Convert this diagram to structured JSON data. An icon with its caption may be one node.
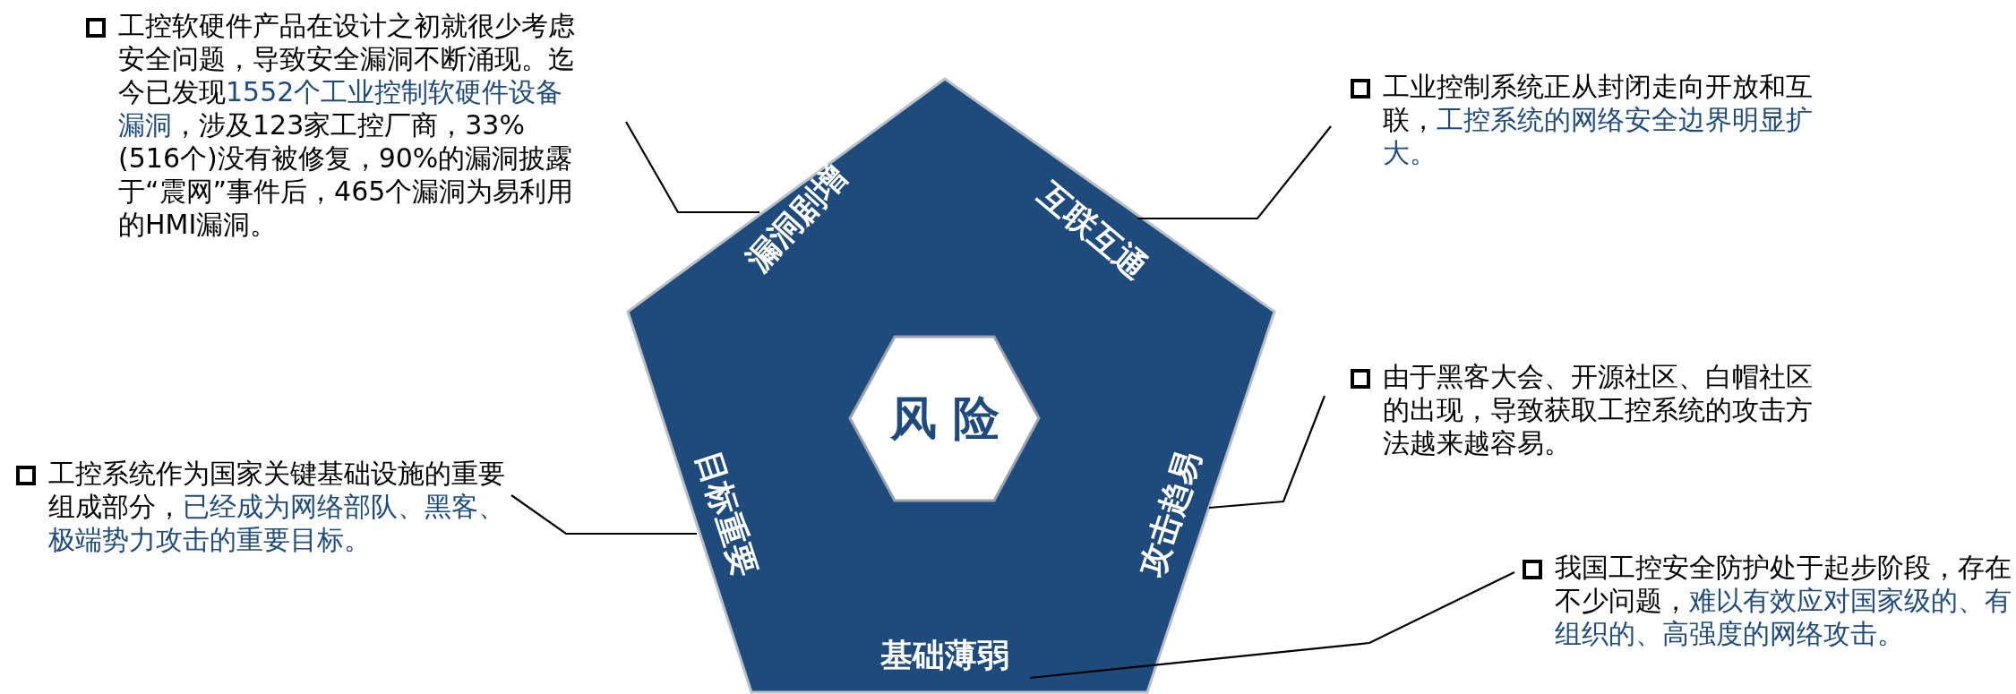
{
  "diagram": {
    "nodes": [
      {
        "text": [],
        "shape": "pentagon"
      },
      {
        "text": [
          "漏洞剧增"
        ],
        "in": 0
      },
      {
        "text": [
          "互联互通"
        ],
        "in": 0
      },
      {
        "text": [
          "风险"
        ],
        "in": 0
      },
      {
        "text": [
          "目标重要"
        ],
        "in": 0
      },
      {
        "text": [
          "攻击趋易"
        ],
        "in": 0
      },
      {
        "text": [
          "基础薄弱"
        ],
        "in": 0
      },
      {
        "text": [
          "工控软硬件产品在设计之初就很少考虑安全问题，导致安全漏洞不断涌现。迄今已发现**1552个工业控制软硬件设备漏洞**，涉及123家工控厂商，33%(516个)没有被修复，90%的漏洞披露于“震网”事件后，465个漏洞为易利用的HMI漏洞。"
        ]
      },
      {
        "text": [
          "工业控制系统正从封闭走向开放和互联，**工控系统的网络安全边界明显扩大。**"
        ]
      },
      {
        "text": [
          "由于黑客大会、开源社区、白帽社区的出现，导致获取工控系统的攻击方法越来越容易。"
        ]
      },
      {
        "text": [
          "工控系统作为国家关键基础设施的重要组成部分，**已经成为网络部队、黑客、极端势力攻击的重要目标。**"
        ]
      },
      {
        "text": [
          "我国工控安全防护处于起步阶段，存在不少问题，**难以有效应对国家级的、有组织的、高强度的网络攻击。**"
        ]
      }
    ],
    "edges": [
      {
        "from": 7,
        "to": 1,
        "arrow": "none"
      },
      {
        "from": 8,
        "to": 2,
        "arrow": "none"
      },
      {
        "from": 9,
        "to": 5,
        "arrow": "none"
      },
      {
        "from": 10,
        "to": 4,
        "arrow": "none"
      },
      {
        "from": 11,
        "to": 6,
        "arrow": "none"
      }
    ]
  }
}
